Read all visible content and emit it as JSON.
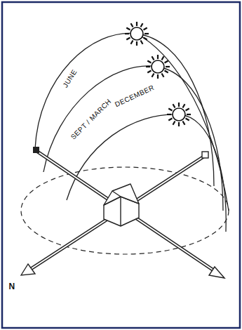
{
  "diagram": {
    "labels": [
      "JUNE",
      "SEPT / MARCH",
      "DECEMBER",
      "N"
    ]
  }
}
